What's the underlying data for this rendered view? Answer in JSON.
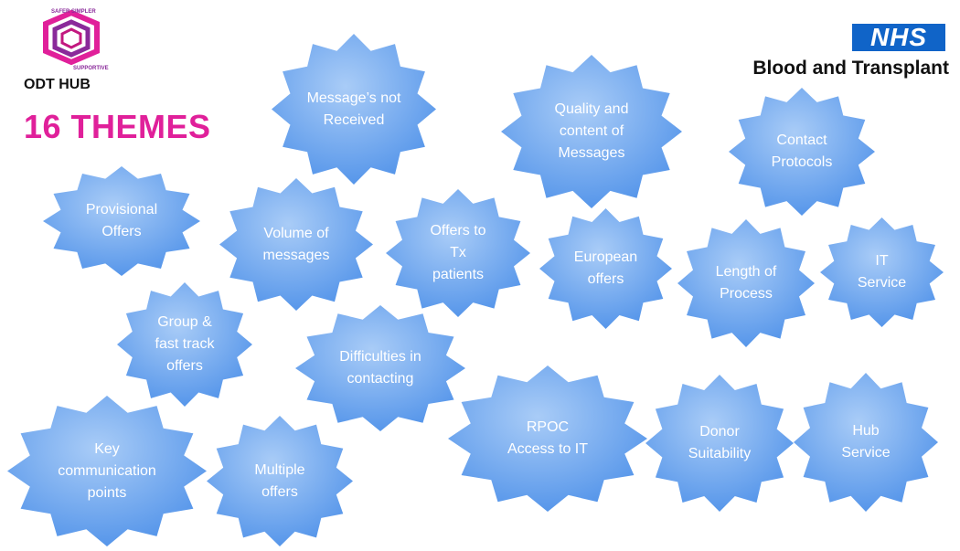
{
  "header": {
    "logo_tag_top": "SAFER SIMPLER",
    "logo_tag_right": "SUPPORTIVE",
    "logo_label": "ODT HUB",
    "nhs_badge": "NHS",
    "nhs_org": "Blood and Transplant"
  },
  "title": "16 THEMES",
  "colors": {
    "title": "#e0209a",
    "badge_light": "#a9ccf7",
    "badge_dark": "#4a8ee8",
    "nhs_blue": "#1064c8"
  },
  "themes": [
    {
      "label": "Message’s not\nReceived"
    },
    {
      "label": "Quality and\ncontent of\nMessages"
    },
    {
      "label": "Contact\nProtocols"
    },
    {
      "label": "Provisional\nOffers"
    },
    {
      "label": "Volume of\nmessages"
    },
    {
      "label": "Offers to\nTx\npatients"
    },
    {
      "label": "European\noffers"
    },
    {
      "label": "Length of\nProcess"
    },
    {
      "label": "IT\nService"
    },
    {
      "label": "Group &\nfast track\noffers"
    },
    {
      "label": "Difficulties in\ncontacting"
    },
    {
      "label": "RPOC\nAccess to IT"
    },
    {
      "label": "Donor\nSuitability"
    },
    {
      "label": "Hub\nService"
    },
    {
      "label": "Key\ncommunication\npoints"
    },
    {
      "label": "Multiple\noffers"
    }
  ]
}
